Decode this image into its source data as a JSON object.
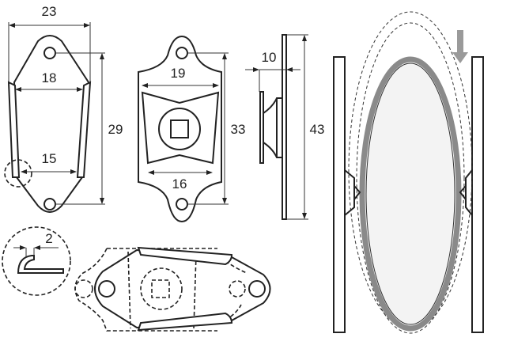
{
  "dimensions": {
    "plate_a_width": "23",
    "plate_a_top_inner": "18",
    "plate_a_height": "29",
    "plate_a_bottom_inner": "15",
    "plate_b_top": "19",
    "plate_b_height": "33",
    "plate_b_bottom": "16",
    "side_depth": "10",
    "side_height": "43",
    "flange_detail": "2"
  },
  "colors": {
    "line": "#222222",
    "mirror_frame": "#8a8a8a",
    "mirror_glass": "#f2f2f2",
    "arrow": "#9a9a9a"
  }
}
